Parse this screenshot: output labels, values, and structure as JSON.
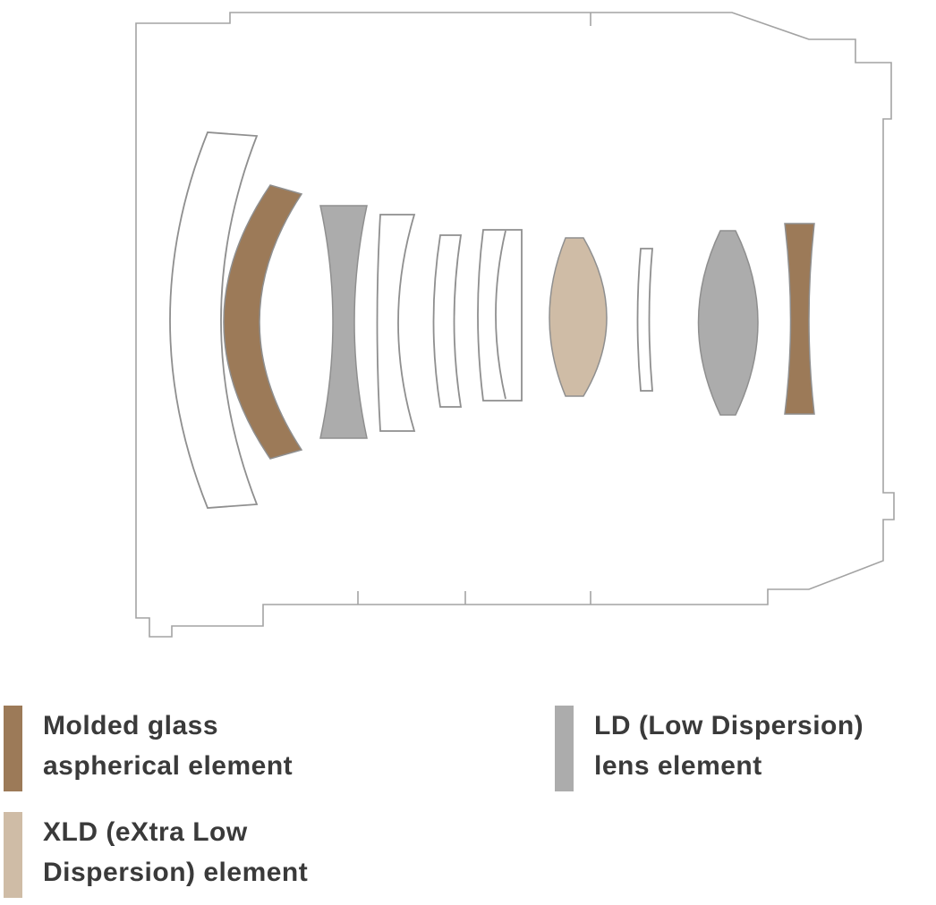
{
  "colors": {
    "aspherical": "#9c7a58",
    "xld": "#cfbca6",
    "ld": "#acacac",
    "outline": "#a3a3a3",
    "element_stroke": "#8f8f8f"
  },
  "legend": {
    "aspherical": {
      "line1": "Molded glass",
      "line2": "aspherical element"
    },
    "xld": {
      "line1": "XLD (eXtra Low",
      "line2": "Dispersion) element"
    },
    "ld": {
      "line1": "LD (Low Dispersion)",
      "line2": "lens element"
    }
  },
  "diagram": {
    "lens_elements": [
      {
        "index": 1,
        "type": "standard"
      },
      {
        "index": 2,
        "type": "molded-glass-aspherical"
      },
      {
        "index": 3,
        "type": "ld"
      },
      {
        "index": 4,
        "type": "standard"
      },
      {
        "index": 5,
        "type": "standard"
      },
      {
        "index": 6,
        "type": "standard-doublet"
      },
      {
        "index": 7,
        "type": "xld"
      },
      {
        "index": 8,
        "type": "standard"
      },
      {
        "index": 9,
        "type": "ld"
      },
      {
        "index": 10,
        "type": "molded-glass-aspherical"
      }
    ]
  }
}
